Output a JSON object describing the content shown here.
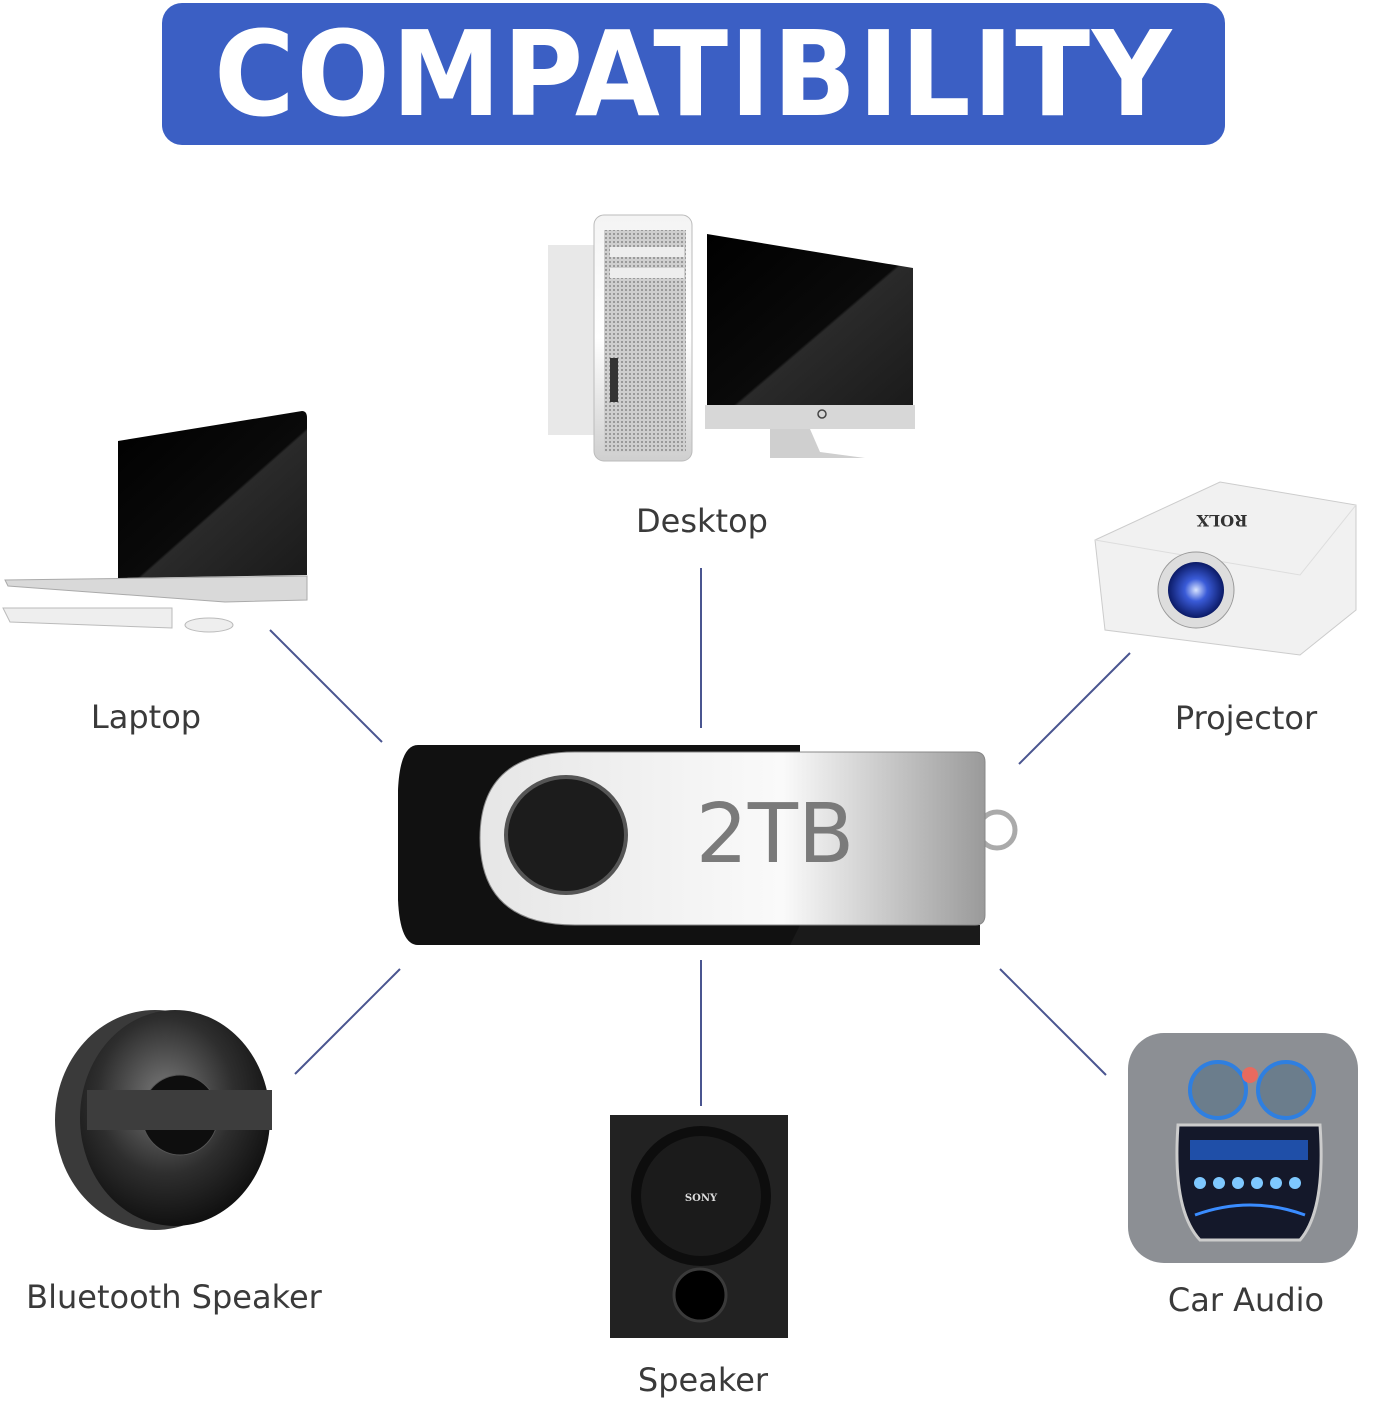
{
  "banner": {
    "title": "COMPATIBILITY",
    "color": "#3b5fc4"
  },
  "center": {
    "device": "usb-flash-drive",
    "capacity": "2TB"
  },
  "connector_color": "#4a5590",
  "devices": [
    {
      "id": "desktop",
      "label": "Desktop",
      "icon": "desktop-computer-icon"
    },
    {
      "id": "laptop",
      "label": "Laptop",
      "icon": "laptop-icon"
    },
    {
      "id": "projector",
      "label": "Projector",
      "icon": "projector-icon",
      "brand_text": "ROLX"
    },
    {
      "id": "bluetooth-speaker",
      "label": "Bluetooth Speaker",
      "icon": "bluetooth-speaker-icon"
    },
    {
      "id": "speaker",
      "label": "Speaker",
      "icon": "speaker-icon",
      "brand_text": "SONY"
    },
    {
      "id": "car-audio",
      "label": "Car Audio",
      "icon": "car-audio-icon"
    }
  ]
}
